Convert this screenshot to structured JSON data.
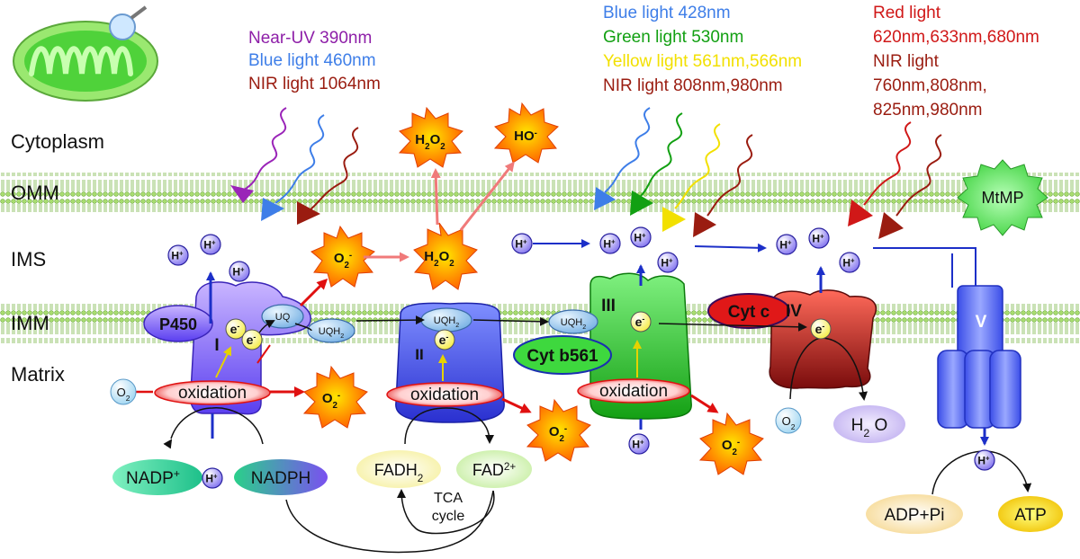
{
  "regions": {
    "cytoplasm": "Cytoplasm",
    "omm": "OMM",
    "ims": "IMS",
    "imm": "IMM",
    "matrix": "Matrix"
  },
  "light_groups": {
    "left": [
      {
        "text": "Near-UV 390nm",
        "color": "#8e1fa8"
      },
      {
        "text": "Blue light 460nm",
        "color": "#3e7ee8"
      },
      {
        "text": "NIR light 1064nm",
        "color": "#9a1c10"
      }
    ],
    "middle": [
      {
        "text": "Blue light 428nm",
        "color": "#3e7ee8"
      },
      {
        "text": "Green light 530nm",
        "color": "#12a012"
      },
      {
        "text": "Yellow light 561nm,566nm",
        "color": "#f2e000"
      },
      {
        "text": "NIR light 808nm,980nm",
        "color": "#9a1c10"
      }
    ],
    "right": [
      {
        "text": "Red light",
        "color": "#d01818"
      },
      {
        "text": "620nm,633nm,680nm",
        "color": "#d01818"
      },
      {
        "text": "NIR light",
        "color": "#9a1c10"
      },
      {
        "text": "760nm,808nm,",
        "color": "#9a1c10"
      },
      {
        "text": "825nm,980nm",
        "color": "#9a1c10"
      }
    ]
  },
  "colors": {
    "membrane": "#9fd66a",
    "complex_i": "#6a4ff2",
    "complex_ii": "#3a3fe0",
    "complex_iii": "#2cc22c",
    "complex_iv": "#b81c1c",
    "complex_v": "#4a5ef0",
    "ros_burst": "#ff5a00",
    "arrow_blue": "#1c2fc8",
    "arrow_red": "#e01010"
  },
  "complexes": {
    "i": "I",
    "ii": "II",
    "iii": "III",
    "iv": "IV",
    "v": "V",
    "p450": "P450",
    "cyt_b561": "Cyt b561",
    "cyt_c": "Cyt c",
    "mtmp": "MtMP"
  },
  "carriers": {
    "uq": "UQ",
    "uqh2_base": "UQH",
    "uqh2_sub": "2"
  },
  "electron": {
    "base": "e",
    "sup": "-"
  },
  "proton": {
    "base": "H",
    "sup": "+"
  },
  "oxidation": "oxidation",
  "ros": {
    "o2_base": "O",
    "o2_sub": "2",
    "o2_sup": "-",
    "h2o2_a": "H",
    "h2o2_b": "2",
    "h2o2_c": "O",
    "h2o2_d": "2",
    "ho_base": "HO",
    "ho_sup": "-"
  },
  "molecules": {
    "o2_base": "O",
    "o2_sub": "2",
    "nadp_base": "NADP",
    "nadp_sup": "+",
    "nadph": "NADPH",
    "fadh2_base": "FADH",
    "fadh2_sub": "2",
    "fad_base": "FAD",
    "fad_sup": "2+",
    "tca_line1": "TCA",
    "tca_line2": "cycle",
    "h2o_a": "H",
    "h2o_b": "2",
    "h2o_c": " O",
    "adp": "ADP+Pi",
    "atp": "ATP"
  }
}
